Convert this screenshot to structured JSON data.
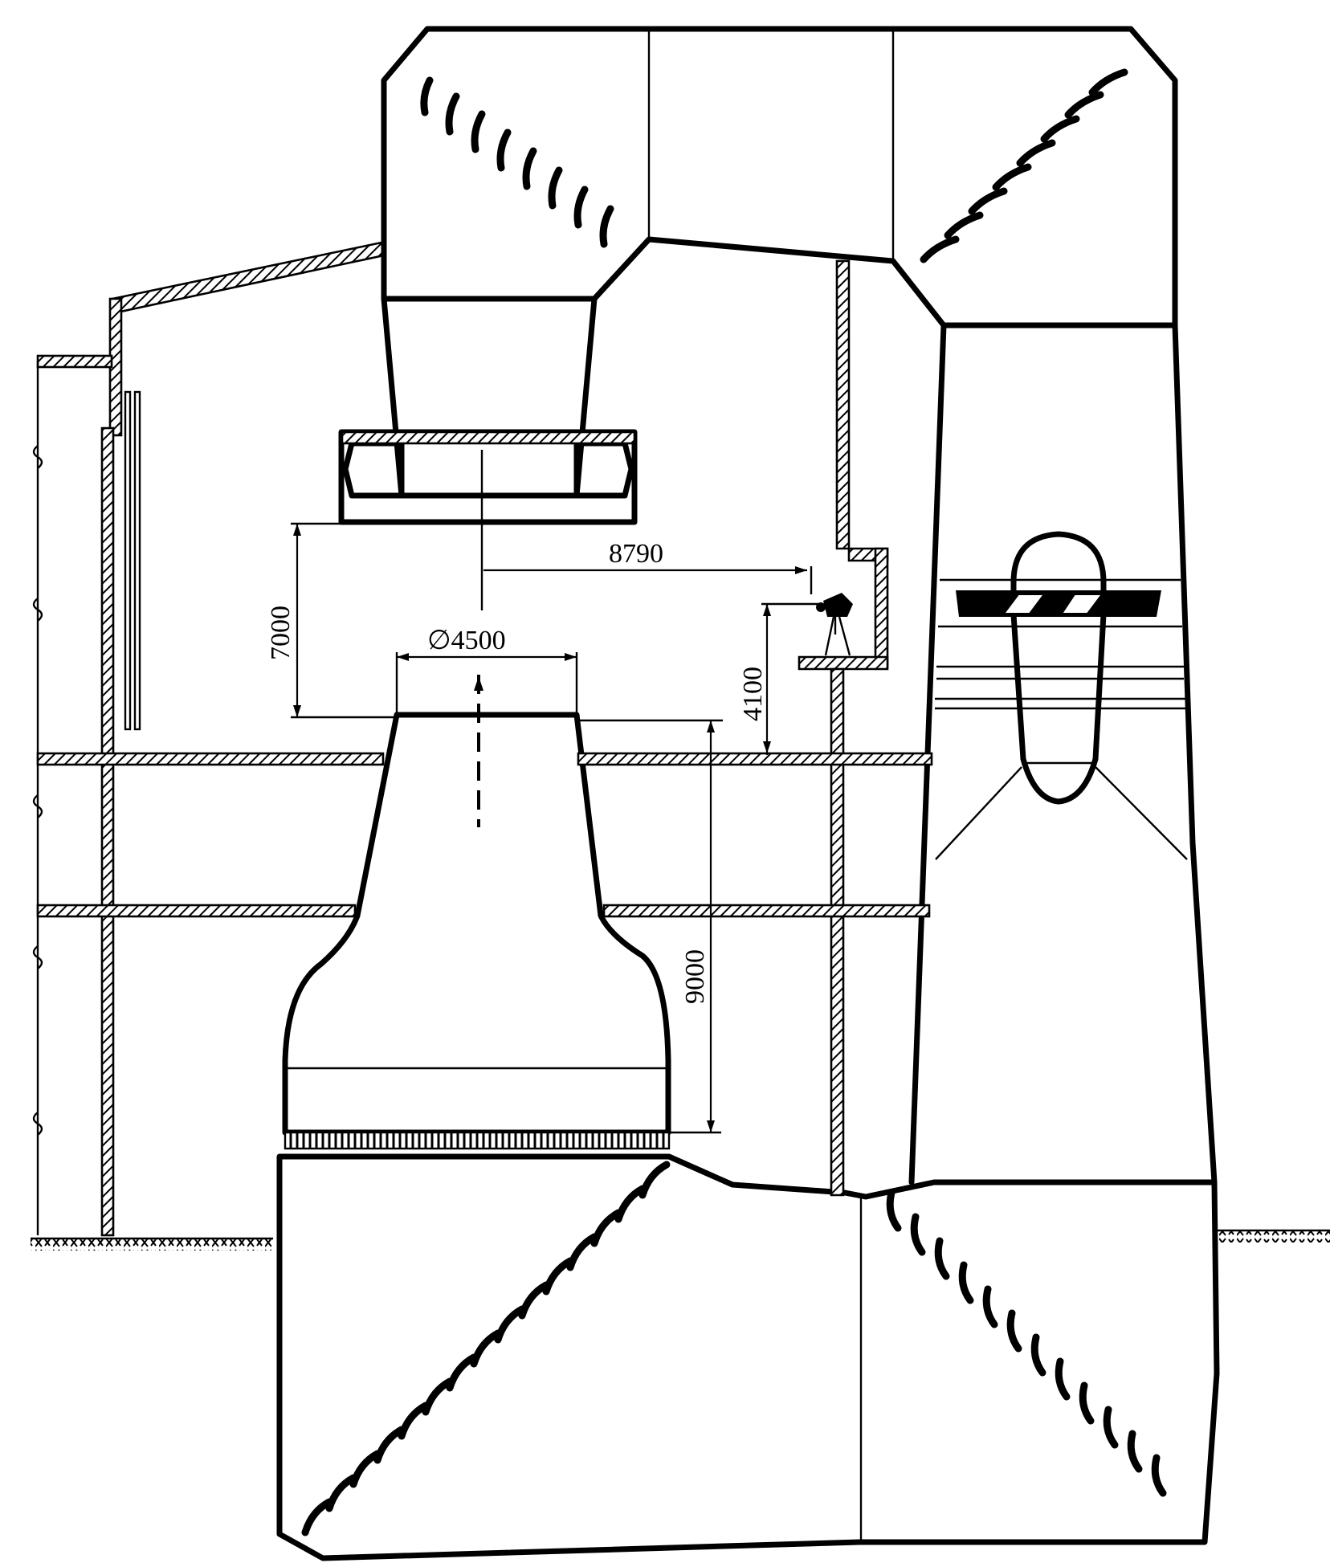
{
  "diagram": {
    "dimensions": {
      "horizontal_span": "8790",
      "upper_height": "7000",
      "lower_height": "9000",
      "platform_height": "4100",
      "throat_diameter": "∅4500"
    }
  },
  "colors": {
    "ink": "#000000",
    "paper": "#ffffff"
  }
}
